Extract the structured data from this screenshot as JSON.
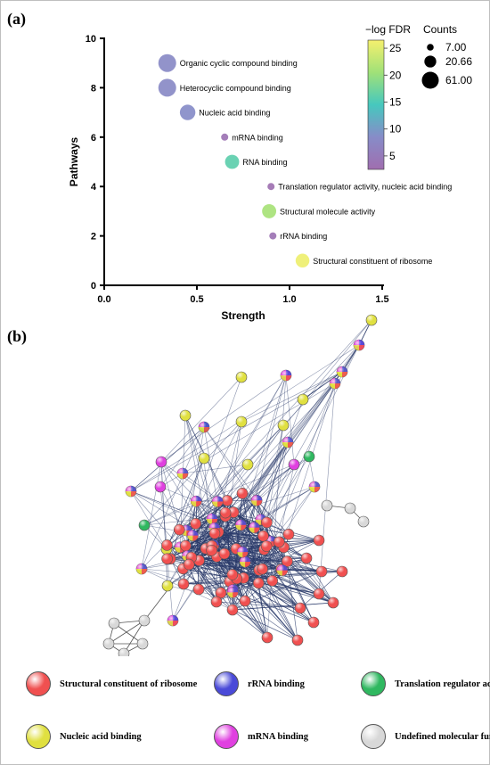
{
  "panel_a": {
    "label": "(a)"
  },
  "panel_b": {
    "label": "(b)"
  },
  "chart_data": {
    "type": "scatter",
    "title": "",
    "xlabel": "Strength",
    "ylabel": "Pathways",
    "xlim": [
      0.0,
      1.5
    ],
    "ylim": [
      0,
      10
    ],
    "xticks": [
      "0.0",
      "0.5",
      "1.0",
      "1.5"
    ],
    "yticks": [
      "0",
      "2",
      "4",
      "6",
      "8",
      "10"
    ],
    "grid": false,
    "points": [
      {
        "label": "Organic cyclic compound binding",
        "x": 0.34,
        "y": 9,
        "count": 61.0,
        "neg_log_fdr": 8.0
      },
      {
        "label": "Heterocyclic compound binding",
        "x": 0.34,
        "y": 8,
        "count": 61.0,
        "neg_log_fdr": 8.0
      },
      {
        "label": "Nucleic acid binding",
        "x": 0.45,
        "y": 7,
        "count": 40.0,
        "neg_log_fdr": 8.5
      },
      {
        "label": "mRNA binding",
        "x": 0.65,
        "y": 6,
        "count": 7.0,
        "neg_log_fdr": 3.5
      },
      {
        "label": "RNA binding",
        "x": 0.69,
        "y": 5,
        "count": 30.0,
        "neg_log_fdr": 16.0
      },
      {
        "label": "Translation regulator activity, nucleic acid binding",
        "x": 0.9,
        "y": 4,
        "count": 7.0,
        "neg_log_fdr": 3.0
      },
      {
        "label": "Structural molecule activity",
        "x": 0.89,
        "y": 3,
        "count": 30.0,
        "neg_log_fdr": 21.0
      },
      {
        "label": "rRNA binding",
        "x": 0.91,
        "y": 2,
        "count": 7.0,
        "neg_log_fdr": 3.5
      },
      {
        "label": "Structural constituent of ribosome",
        "x": 1.07,
        "y": 1,
        "count": 28.0,
        "neg_log_fdr": 26.0
      }
    ],
    "colorbar": {
      "title": "−log FDR",
      "ticks": [
        "25",
        "20",
        "15",
        "10",
        "5"
      ],
      "min": 2.5,
      "max": 26.5
    },
    "size_legend": {
      "title": "Counts",
      "entries": [
        7.0,
        20.66,
        61.0
      ],
      "entry_labels": [
        "7.00",
        "20.66",
        "61.00"
      ]
    }
  },
  "network_legend": [
    {
      "label": "Structural constituent of ribosome",
      "color": "#f05050"
    },
    {
      "label": "rRNA binding",
      "color": "#4a4ad8"
    },
    {
      "label": "Translation regulator activity",
      "color": "#2fb860"
    },
    {
      "label": "Nucleic acid binding",
      "color": "#e0e040"
    },
    {
      "label": "mRNA binding",
      "color": "#e040e0"
    },
    {
      "label": "Undefined molecular function",
      "color": "#d8d8d8"
    }
  ]
}
